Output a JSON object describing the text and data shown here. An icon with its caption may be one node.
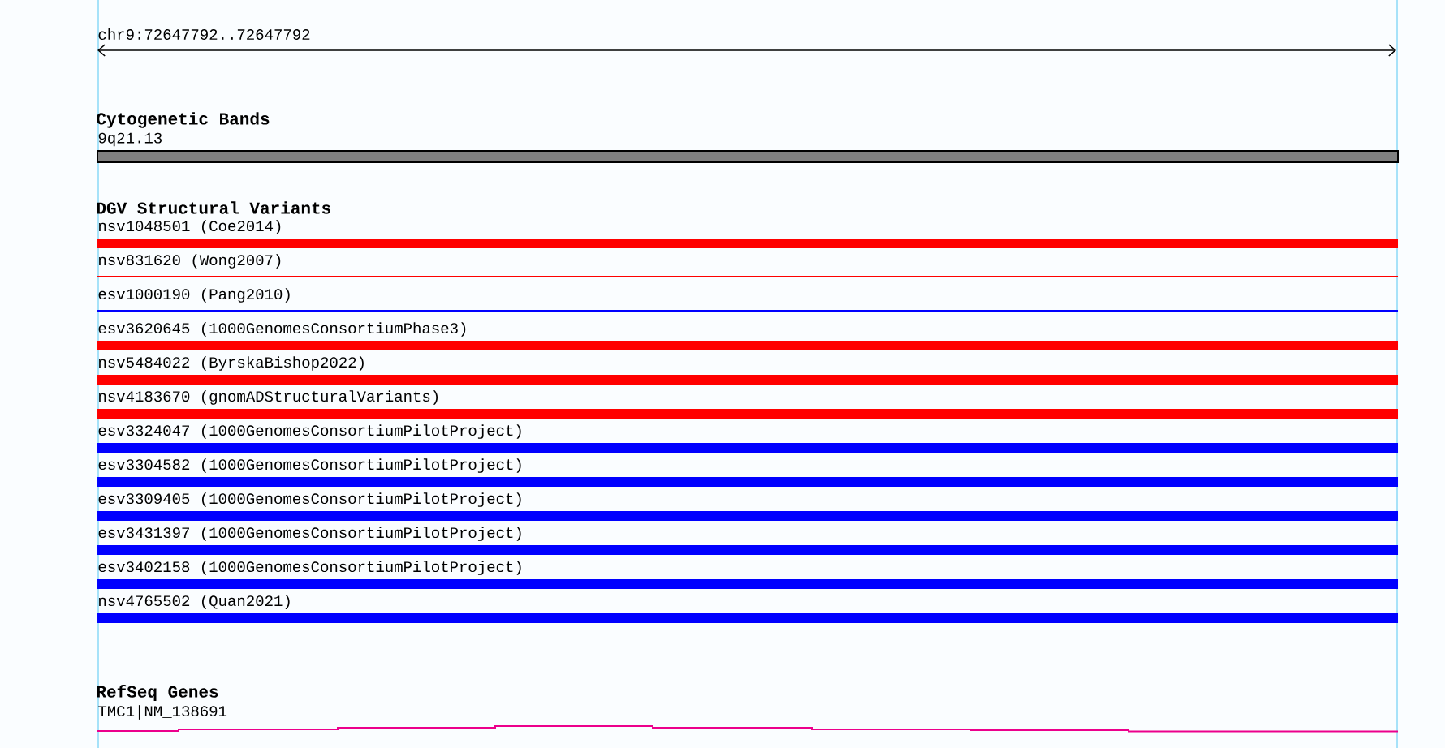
{
  "diagram": {
    "nodes": [
      {
        "text": [],
        "shape": "bar",
        "beside": [
          "9q21.13"
        ]
      },
      {
        "text": [],
        "shape": "bar",
        "beside": [
          "nsv1048501 (Coe2014)"
        ]
      },
      {
        "text": [],
        "shape": "bar",
        "beside": [
          "nsv831620 (Wong2007)"
        ]
      },
      {
        "text": [],
        "shape": "bar",
        "beside": [
          "esv1000190 (Pang2010)"
        ]
      },
      {
        "text": [],
        "shape": "bar",
        "beside": [
          "esv3620645 (1000GenomesConsortiumPhase3)"
        ]
      },
      {
        "text": [],
        "shape": "bar",
        "beside": [
          "nsv5484022 (ByrskaBishop2022)"
        ]
      },
      {
        "text": [],
        "shape": "bar",
        "beside": [
          "nsv4183670 (gnomADStructuralVariants)"
        ]
      },
      {
        "text": [],
        "shape": "bar",
        "beside": [
          "esv3324047 (1000GenomesConsortiumPilotProject)"
        ]
      },
      {
        "text": [],
        "shape": "bar",
        "beside": [
          "esv3304582 (1000GenomesConsortiumPilotProject)"
        ]
      },
      {
        "text": [],
        "shape": "bar",
        "beside": [
          "esv3309405 (1000GenomesConsortiumPilotProject)"
        ]
      },
      {
        "text": [],
        "shape": "bar",
        "beside": [
          "esv3431397 (1000GenomesConsortiumPilotProject)"
        ]
      },
      {
        "text": [],
        "shape": "bar",
        "beside": [
          "esv3402158 (1000GenomesConsortiumPilotProject)"
        ]
      },
      {
        "text": [],
        "shape": "bar",
        "beside": [
          "nsv4765502 (Quan2021)"
        ]
      },
      {
        "text": [],
        "shape": "line",
        "beside": [
          "TMC1|NM_138691"
        ]
      }
    ],
    "labels": [
      "chr9:72647792..72647792",
      "Cytogenetic Bands",
      "DGV Structural Variants",
      "RefSeq Genes"
    ]
  }
}
